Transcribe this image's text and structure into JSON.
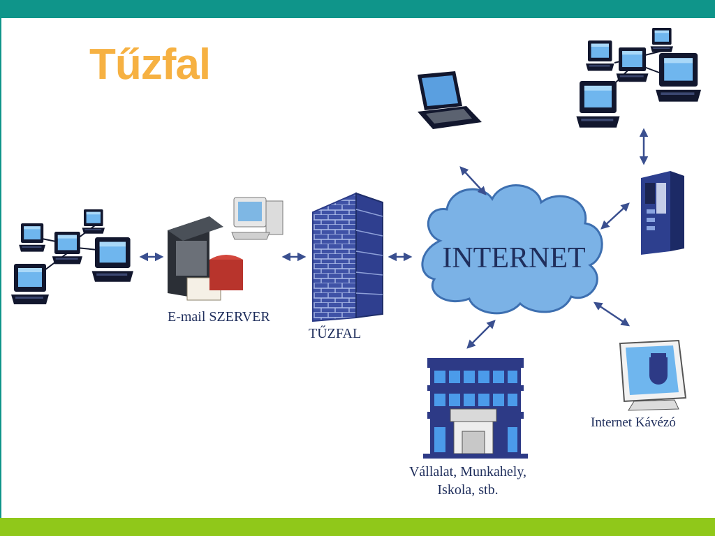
{
  "slide": {
    "title": "Tűzfal",
    "colors": {
      "header": "#0f958a",
      "footer": "#90c81a",
      "title": "#f6b142",
      "navy": "#1f2e5c",
      "cloud": "#7bb2e6"
    }
  },
  "diagram": {
    "internet_label": "INTERNET",
    "email_server_label": "E-mail SZERVER",
    "firewall_label": "TŰZFAL",
    "cafe_label": "Internet Kávézó",
    "company_label_line1": "Vállalat, Munkahely,",
    "company_label_line2": "Iskola, stb.",
    "icons": [
      "local-network-icon",
      "email-server-icon",
      "firewall-icon",
      "internet-cloud-icon",
      "laptop-icon",
      "remote-network-icon",
      "server-tower-icon",
      "company-building-icon",
      "internet-cafe-icon"
    ]
  }
}
